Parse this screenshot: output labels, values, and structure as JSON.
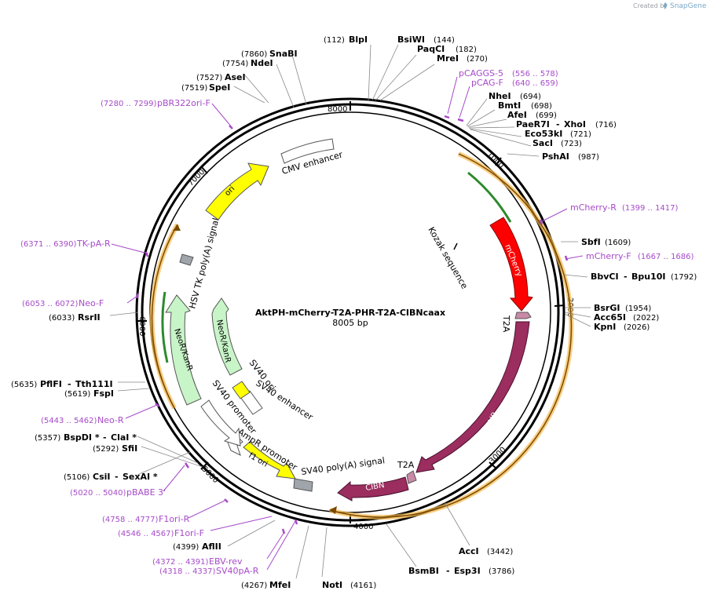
{
  "credit": {
    "prefix": "Created by",
    "brand": "SnapGene"
  },
  "map": {
    "name": "AktPH-mCherry-T2A-PHR-T2A-CIBNcaax",
    "length_label": "8005 bp",
    "ticks": [
      "1000",
      "2000",
      "3000",
      "4000",
      "5000",
      "6000",
      "7000",
      "8000"
    ]
  },
  "sites": [
    {
      "name": "BlpI",
      "pos": "(112)"
    },
    {
      "name": "BsiWI",
      "pos": "(144)"
    },
    {
      "name": "PaqCI",
      "pos": "(182)"
    },
    {
      "name": "MreI",
      "pos": "(270)"
    },
    {
      "name": "NheI",
      "pos": "(694)"
    },
    {
      "name": "BmtI",
      "pos": "(698)"
    },
    {
      "name": "AfeI",
      "pos": "(699)"
    },
    {
      "name": "PaeR7I",
      "name2": "XhoI",
      "pos": "(716)"
    },
    {
      "name": "Eco53kI",
      "pos": "(721)"
    },
    {
      "name": "SacI",
      "pos": "(723)"
    },
    {
      "name": "PshAI",
      "pos": "(987)"
    },
    {
      "name": "SbfI",
      "pos": "(1609)"
    },
    {
      "name": "BbvCI",
      "name2": "Bpu10I",
      "pos": "(1792)"
    },
    {
      "name": "BsrGI",
      "pos": "(1954)"
    },
    {
      "name": "Acc65I",
      "pos": "(2022)"
    },
    {
      "name": "KpnI",
      "pos": "(2026)"
    },
    {
      "name": "AccI",
      "pos": "(3442)"
    },
    {
      "name": "BsmBI",
      "name2": "Esp3I",
      "pos": "(3786)"
    },
    {
      "name": "NotI",
      "pos": "(4161)"
    },
    {
      "name": "MfeI",
      "pos": "(4267)"
    },
    {
      "name": "AflII",
      "pos": "(4399)"
    },
    {
      "name": "SfiI",
      "pos": "(5292)"
    },
    {
      "name": "BspDI *",
      "name2": "ClaI *",
      "pos": "(5357)"
    },
    {
      "name": "CsiI",
      "name2": "SexAI *",
      "pos": "(5106)"
    },
    {
      "name": "FspI",
      "pos": "(5619)"
    },
    {
      "name": "PflFI",
      "name2": "Tth111I",
      "pos": "(5635)"
    },
    {
      "name": "RsrII",
      "pos": "(6033)"
    },
    {
      "name": "SpeI",
      "pos": "(7519)"
    },
    {
      "name": "AseI",
      "pos": "(7527)"
    },
    {
      "name": "NdeI",
      "pos": "(7754)"
    },
    {
      "name": "SnaBI",
      "pos": "(7860)"
    }
  ],
  "primers": [
    {
      "name": "pCAGGS-5",
      "range": "(556 .. 578)"
    },
    {
      "name": "pCAG-F",
      "range": "(640 .. 659)"
    },
    {
      "name": "mCherry-R",
      "range": "(1399 .. 1417)"
    },
    {
      "name": "mCherry-F",
      "range": "(1667 .. 1686)"
    },
    {
      "name": "F1ori-R",
      "range": "(4758 .. 4777)"
    },
    {
      "name": "F1ori-F",
      "range": "(4546 .. 4567)"
    },
    {
      "name": "EBV-rev",
      "range": "(4372 .. 4391)"
    },
    {
      "name": "SV40pA-R",
      "range": "(4318 .. 4337)"
    },
    {
      "name": "pBABE 3'",
      "range": "(5020 .. 5040)"
    },
    {
      "name": "Neo-R",
      "range": "(5443 .. 5462)"
    },
    {
      "name": "Neo-F",
      "range": "(6053 .. 6072)"
    },
    {
      "name": "TK-pA-R",
      "range": "(6371 .. 6390)"
    },
    {
      "name": "pBR322ori-F",
      "range": "(7280 .. 7299)"
    }
  ],
  "features": {
    "cmv_enhancer": "CMV enhancer",
    "kozak": "Kozak sequence",
    "mcherry": "mCherry",
    "t2a_1": "T2A",
    "cry2phr": "CRY2PHR",
    "t2a_2": "T2A",
    "cibn": "CIBN",
    "sv40_polya": "SV40 poly(A) signal",
    "f1_ori": "f1 ori",
    "ampr_promoter": "AmpR promoter",
    "sv40_promoter": "SV40 promoter",
    "sv40_enhancer": "SV40 enhancer",
    "sv40_ori": "SV40 ori",
    "neor_inner": "NeoR/KanR",
    "neor_outer": "NeoR/KanR",
    "hsv_tk": "HSV TK poly(A) signal",
    "ori": "ori"
  },
  "colors": {
    "mcherry": "#ff0000",
    "cry2phr": "#9b2d5f",
    "t2a": "#c98aa8",
    "f1ori": "#ffff00",
    "ori": "#ffff00",
    "neor": "#c8f5c8",
    "primer": "#a64ac9",
    "orf_outline": "#f5b84a",
    "grey_feature": "#a0a4ab"
  }
}
